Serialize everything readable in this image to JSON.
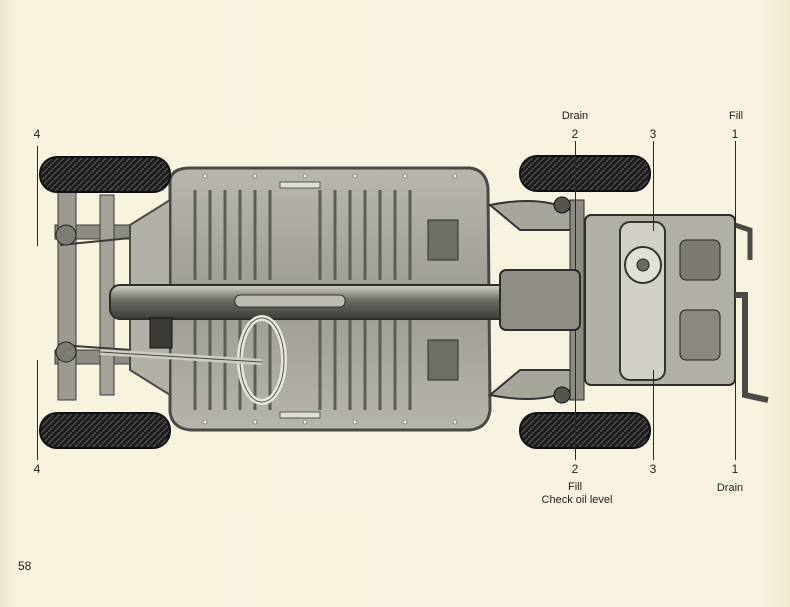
{
  "page_number": "58",
  "callouts": {
    "top_drain": "Drain",
    "top_fill": "Fill",
    "bottom_fill": "Fill",
    "bottom_check": "Check oil level",
    "bottom_drain": "Drain"
  },
  "numbers": {
    "front_top": "4",
    "front_bottom": "4",
    "gearbox_top": "2",
    "gearbox_bottom": "2",
    "engine_top": "3",
    "engine_bottom": "3",
    "oil_top": "1",
    "oil_bottom": "1"
  },
  "colors": {
    "paper": "#f4efd9",
    "ink": "#1e1e1e",
    "metal": "#9a988f",
    "tire": "#1b1b1b"
  }
}
